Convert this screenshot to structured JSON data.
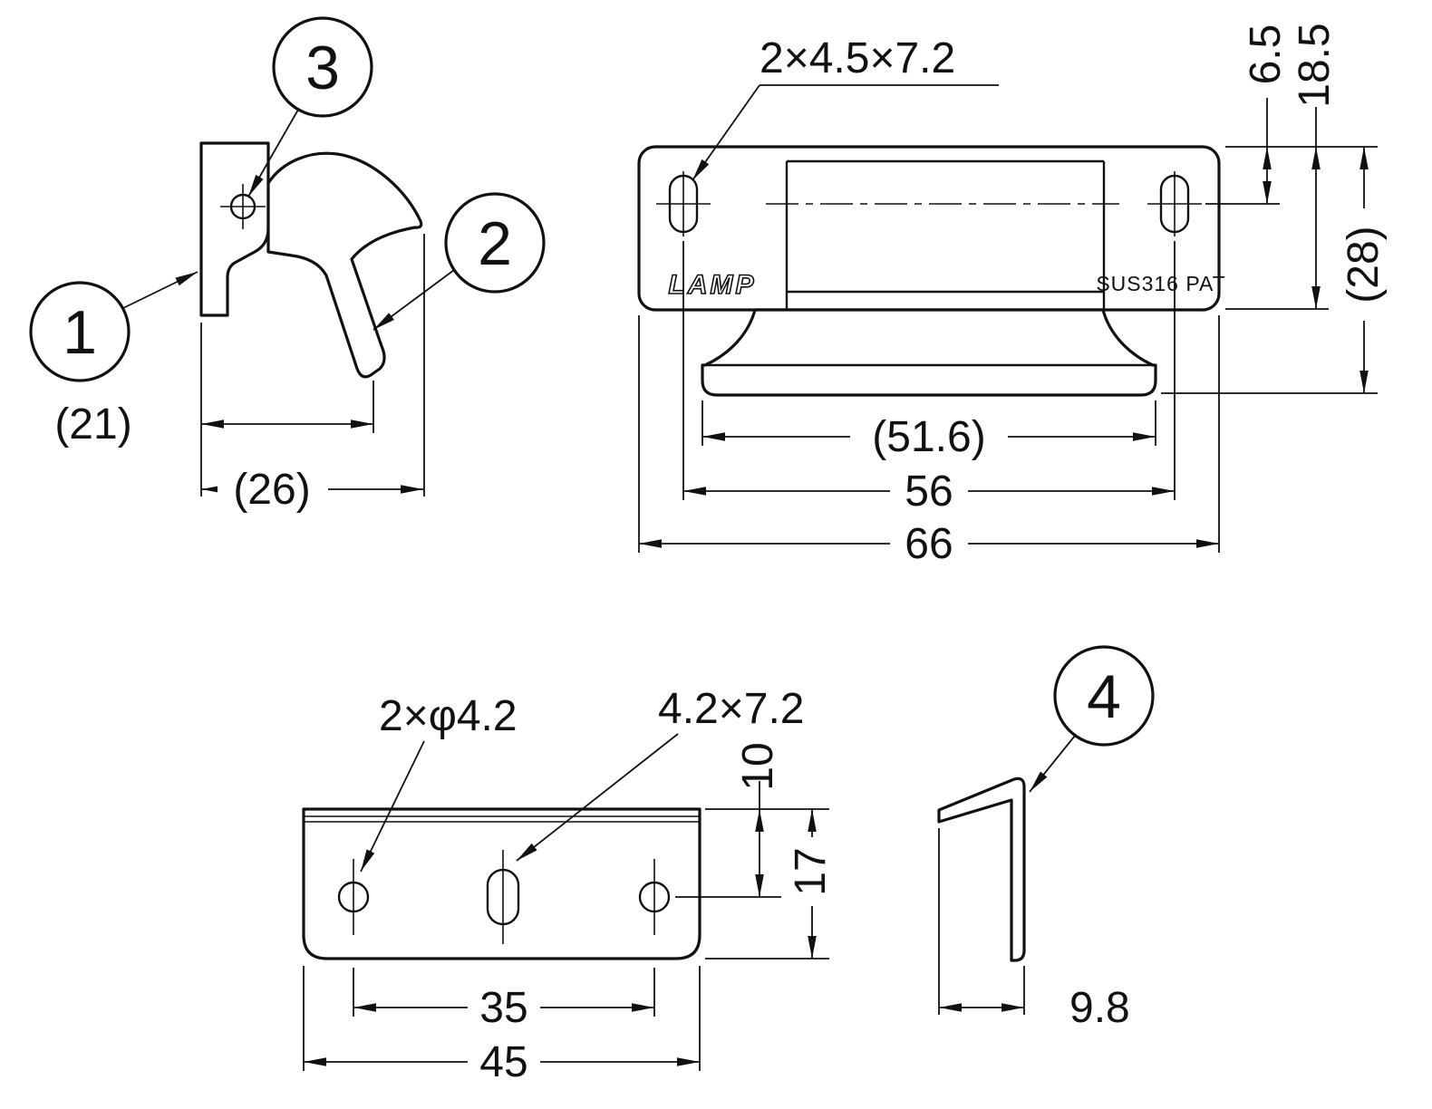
{
  "meta": {
    "ink": "#111111",
    "background": "#ffffff"
  },
  "callouts": {
    "n1": "1",
    "n2": "2",
    "n3": "3",
    "n4": "4"
  },
  "side_view": {
    "dim_width_outer": "(21)",
    "dim_width_full": "(26)"
  },
  "front_view": {
    "slot_label": "2×4.5×7.2",
    "brand": "LAMP",
    "material": "SUS316 PAT",
    "dim_top_to_center": "6.5",
    "dim_top_to_flange": "18.5",
    "dim_total_height": "(28)",
    "dim_rubber_width": "(51.6)",
    "dim_hole_pitch": "56",
    "dim_total_width": "66"
  },
  "strike_view": {
    "hole_label": "2×φ4.2",
    "slot_label": "4.2×7.2",
    "dim_top_to_hole": "10",
    "dim_height": "17",
    "dim_hole_pitch": "35",
    "dim_width": "45"
  },
  "angle_view": {
    "dim_width": "9.8"
  }
}
